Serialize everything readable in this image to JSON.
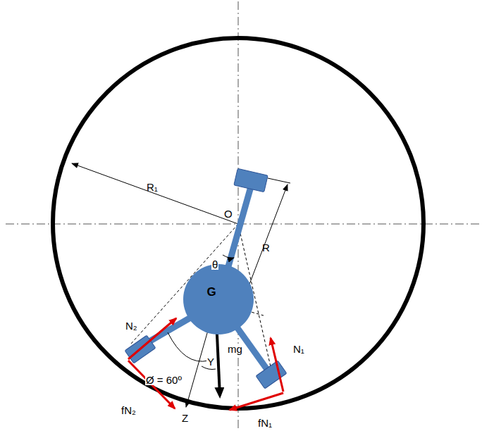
{
  "diagram": {
    "nodes": [
      {
        "text": [
          "G"
        ]
      }
    ],
    "labels": [
      "R₁",
      "O",
      "R",
      "θ",
      "N₂",
      "mg",
      "N₁",
      "fN₂",
      "Ø = 60º",
      "Υ",
      "Z",
      "fN₁"
    ]
  }
}
